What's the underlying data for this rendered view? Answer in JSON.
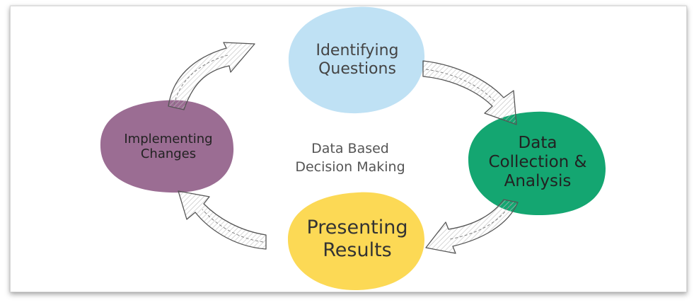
{
  "diagram": {
    "center": {
      "line1": "Data Based",
      "line2": "Decision Making"
    },
    "nodes": [
      {
        "id": "identifying",
        "line1": "Identifying",
        "line2": "Questions",
        "line3": "",
        "color": "#bfe1f4",
        "text_color": "#444444"
      },
      {
        "id": "data",
        "line1": "Data",
        "line2": "Collection &",
        "line3": "Analysis",
        "color": "#14a671",
        "text_color": "#222222"
      },
      {
        "id": "presenting",
        "line1": "Presenting",
        "line2": "Results",
        "line3": "",
        "color": "#fcd955",
        "text_color": "#333333"
      },
      {
        "id": "implementing",
        "line1": "Implementing",
        "line2": "Changes",
        "line3": "",
        "color": "#9b6d93",
        "text_color": "#222222"
      }
    ],
    "arrow_style": "hand-drawn outline, gray hatching"
  }
}
